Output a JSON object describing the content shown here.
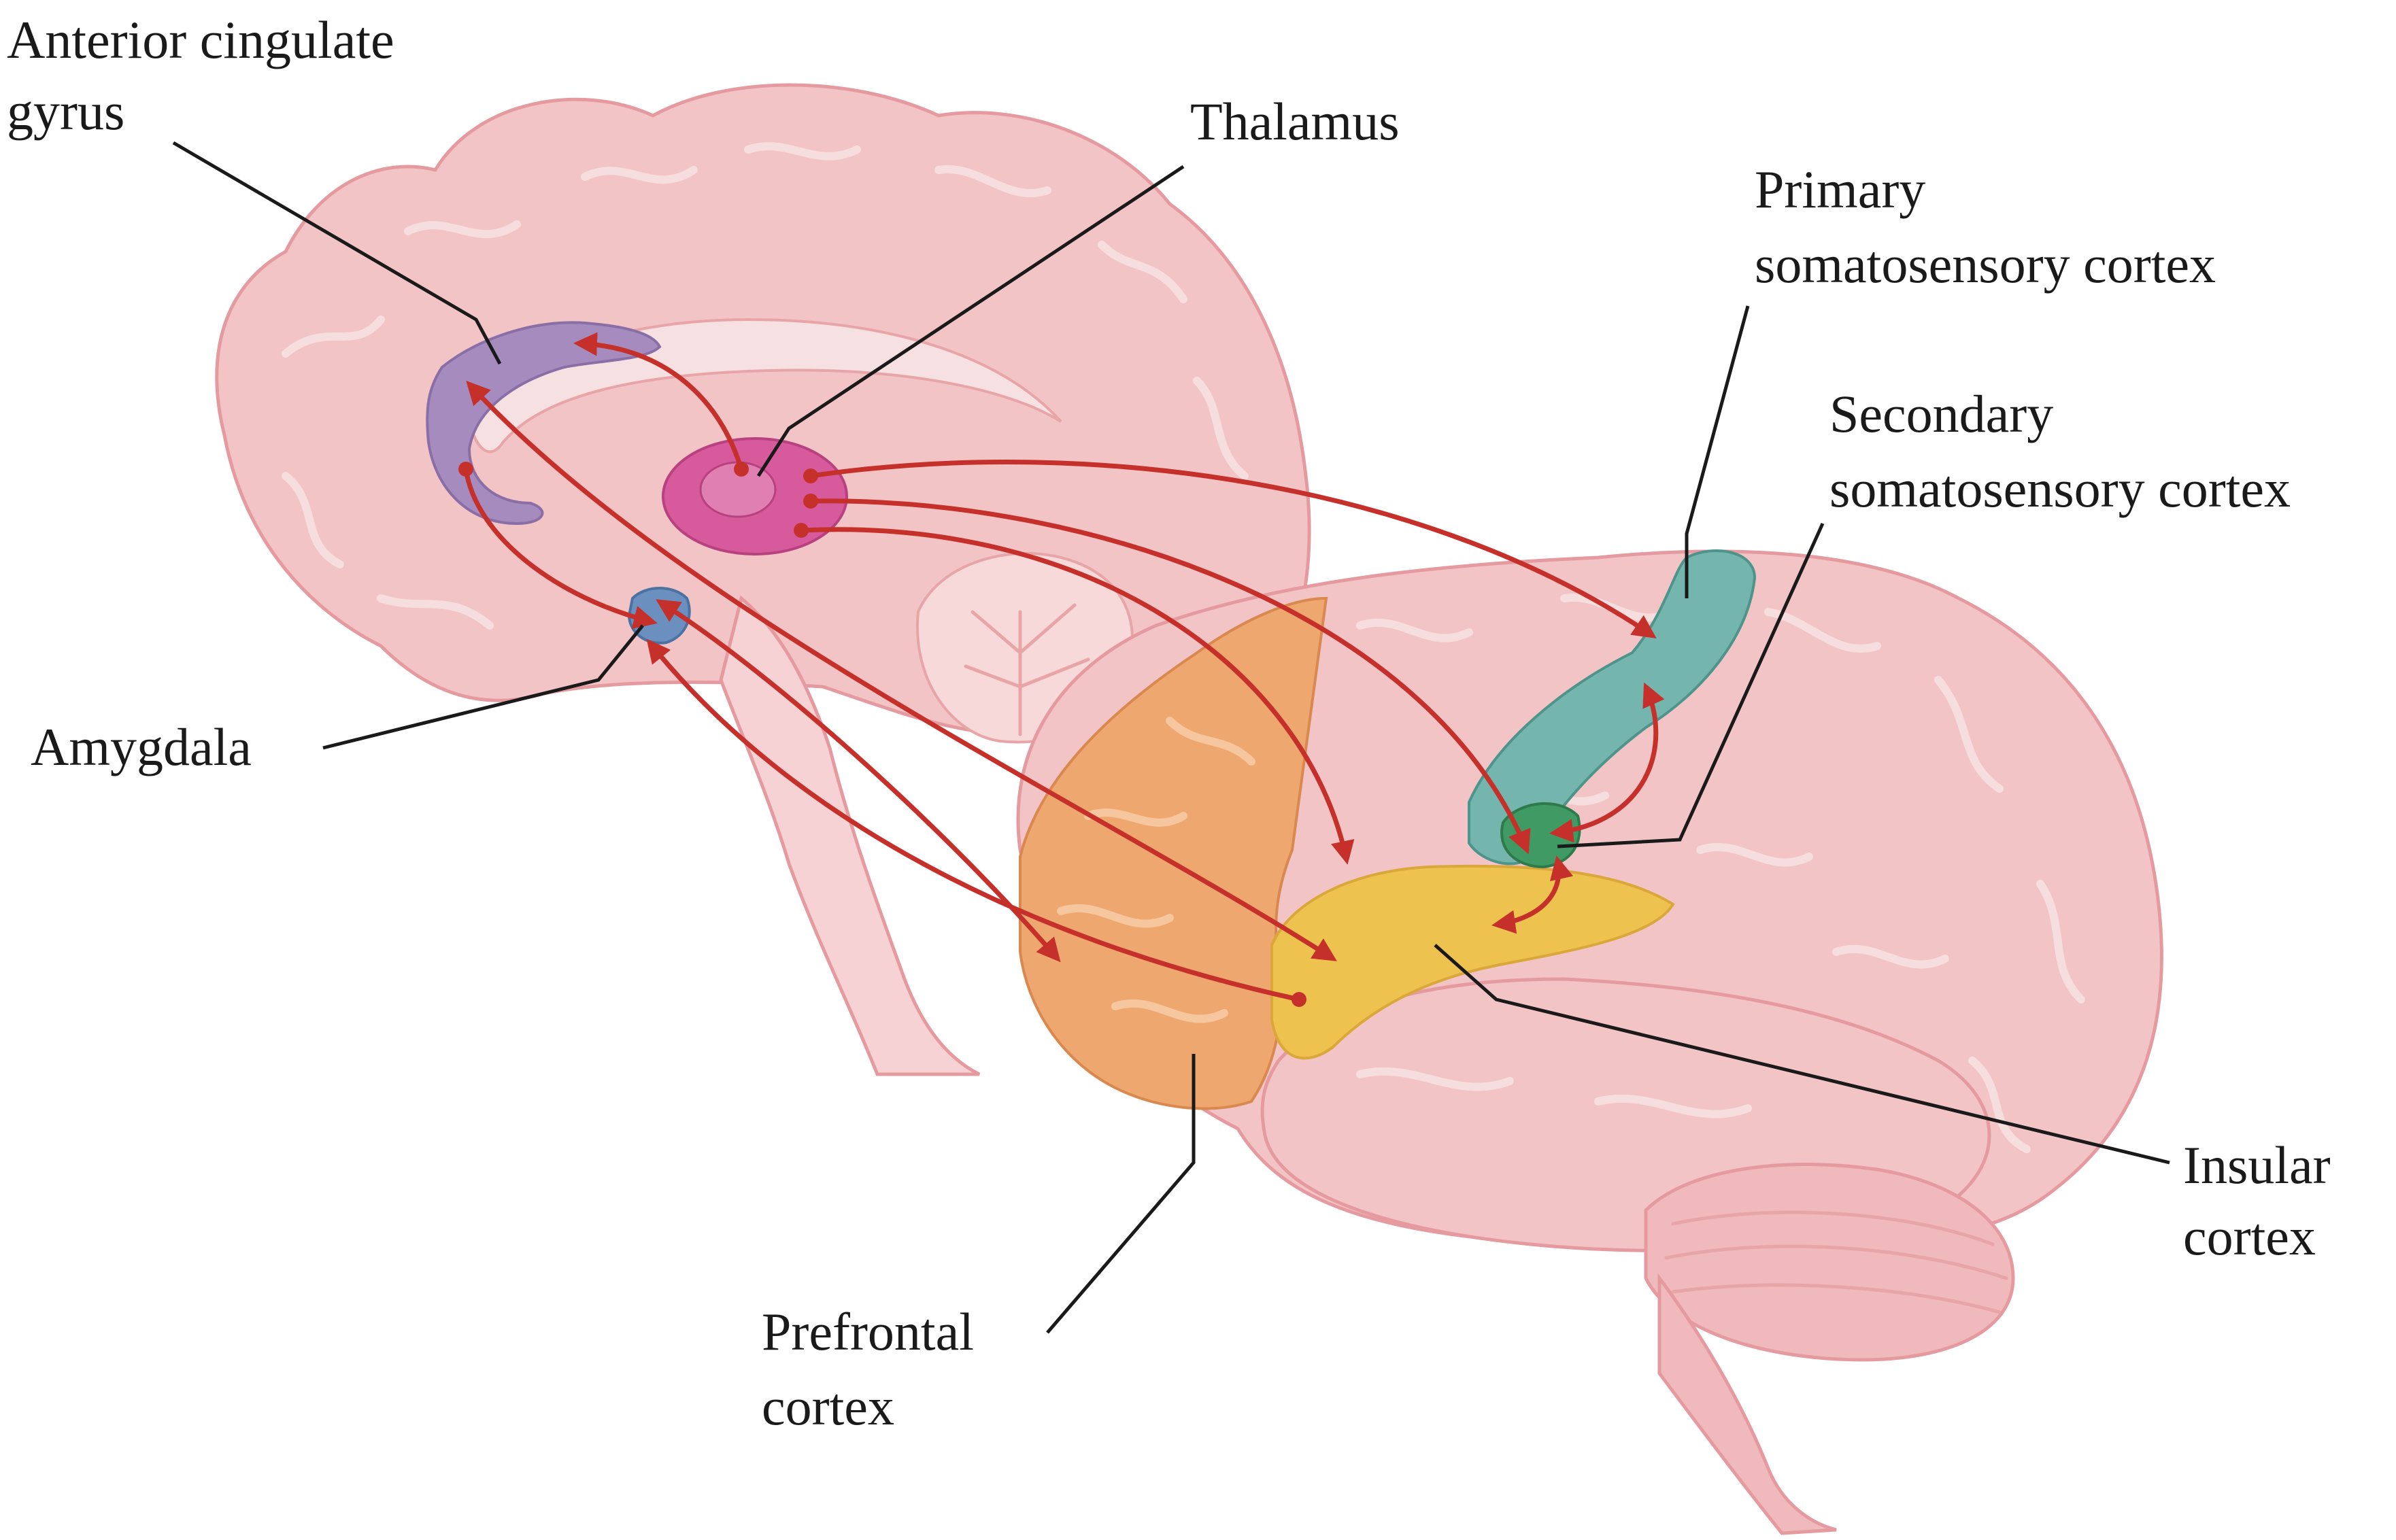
{
  "labels": {
    "acg_1": "Anterior cingulate",
    "acg_2": "gyrus",
    "thalamus": "Thalamus",
    "s1_1": "Primary",
    "s1_2": "somatosensory cortex",
    "s2_1": "Secondary",
    "s2_2": "somatosensory cortex",
    "amygdala": "Amygdala",
    "pfc_1": "Prefrontal",
    "pfc_2": "cortex",
    "insula_1": "Insular",
    "insula_2": "cortex"
  },
  "icons": [
    "brain-sagittal-icon",
    "brain-lateral-icon"
  ],
  "colors": {
    "brain": "#f3c4c6",
    "brain_outline": "#e59aa0",
    "acg": "#a68bbf",
    "thalamus": "#d65a9c",
    "amygdala": "#6b8fbf",
    "s1": "#74b5ad",
    "s2": "#3f9a63",
    "pfc": "#eea76e",
    "insula": "#eec24f",
    "arrow": "#c6302b",
    "leader": "#1a1a1a"
  }
}
